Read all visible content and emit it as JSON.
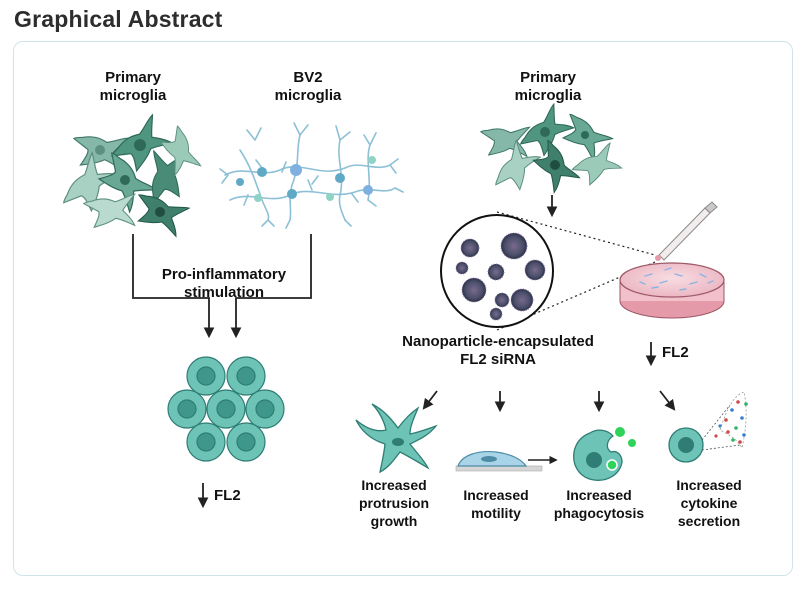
{
  "header": {
    "title": "Graphical Abstract"
  },
  "left": {
    "label_primary_line1": "Primary",
    "label_primary_line2": "microglia",
    "label_bv2_line1": "BV2",
    "label_bv2_line2": "microglia",
    "stimulation_line1": "Pro-inflammatory",
    "stimulation_line2": "stimulation",
    "fl2_label": "FL2"
  },
  "right": {
    "label_primary_line1": "Primary",
    "label_primary_line2": "microglia",
    "nanoparticle_line1": "Nanoparticle-encapsulated",
    "nanoparticle_line2": "FL2 siRNA",
    "fl2_label": "FL2",
    "outcomes": [
      {
        "line1": "Increased",
        "line2": "protrusion",
        "line3": "growth"
      },
      {
        "line1": "Increased",
        "line2": "motility",
        "line3": ""
      },
      {
        "line1": "Increased",
        "line2": "phagocytosis",
        "line3": ""
      },
      {
        "line1": "Increased",
        "line2": "cytokine",
        "line3": "secretion"
      }
    ]
  },
  "colors": {
    "cell_green": "#4d9a86",
    "cell_green_light": "#a9d3c6",
    "cell_teal": "#6cc3b6",
    "cell_teal_dark": "#3f968b",
    "bv2_blue": "#8cc0d6",
    "arrow": "#222222",
    "panel_border": "#cfe3ea"
  }
}
